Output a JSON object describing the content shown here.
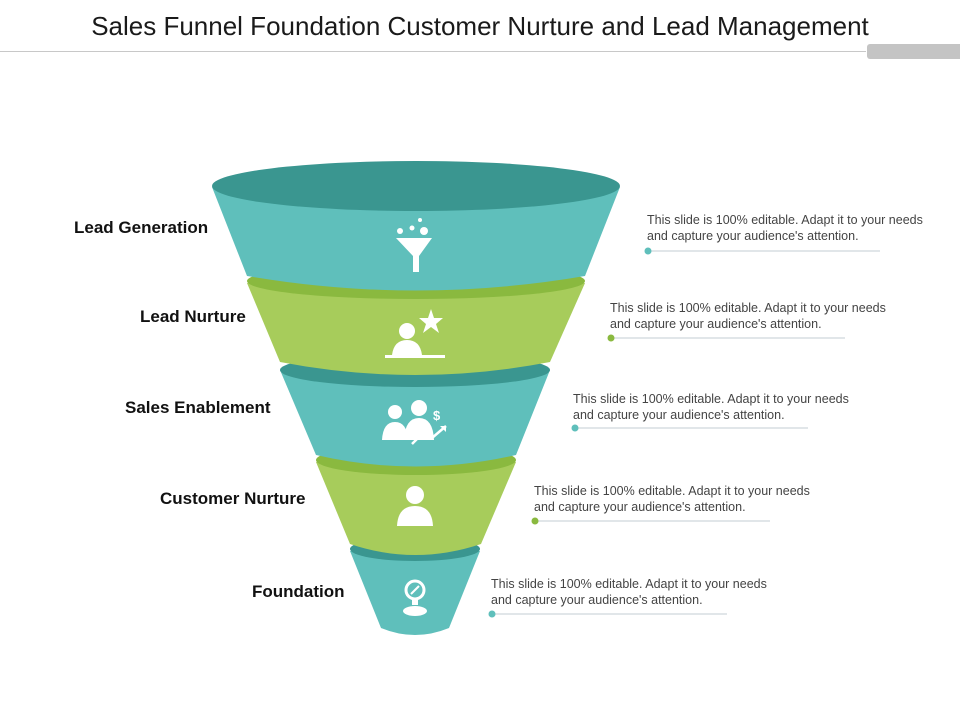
{
  "title": "Sales Funnel Foundation Customer Nurture and Lead Management",
  "colors": {
    "teal": "#5fbfbb",
    "teal_dark": "#3a9690",
    "green": "#a7cc5b",
    "green_dark": "#8ab93f",
    "connector_line": "#cfd8dc"
  },
  "stages": [
    {
      "label": "Lead Generation",
      "icon": "funnel-icon",
      "color": "teal",
      "desc_line1": "This slide is 100% editable. Adapt it to your needs",
      "desc_line2": "and capture your audience's attention."
    },
    {
      "label": "Lead Nurture",
      "icon": "person-star-icon",
      "color": "green",
      "desc_line1": "This slide is 100% editable. Adapt it to your needs",
      "desc_line2": "and capture your audience's attention."
    },
    {
      "label": "Sales Enablement",
      "icon": "team-dollar-icon",
      "color": "teal",
      "desc_line1": "This slide is 100% editable. Adapt it to your needs",
      "desc_line2": "and capture your audience's attention."
    },
    {
      "label": "Customer Nurture",
      "icon": "person-icon",
      "color": "green",
      "desc_line1": "This slide is 100% editable. Adapt it to your needs",
      "desc_line2": "and capture your audience's attention."
    },
    {
      "label": "Foundation",
      "icon": "lamp-icon",
      "color": "teal",
      "desc_line1": "This slide is 100% editable. Adapt it to your needs",
      "desc_line2": "and capture your audience's attention."
    }
  ]
}
